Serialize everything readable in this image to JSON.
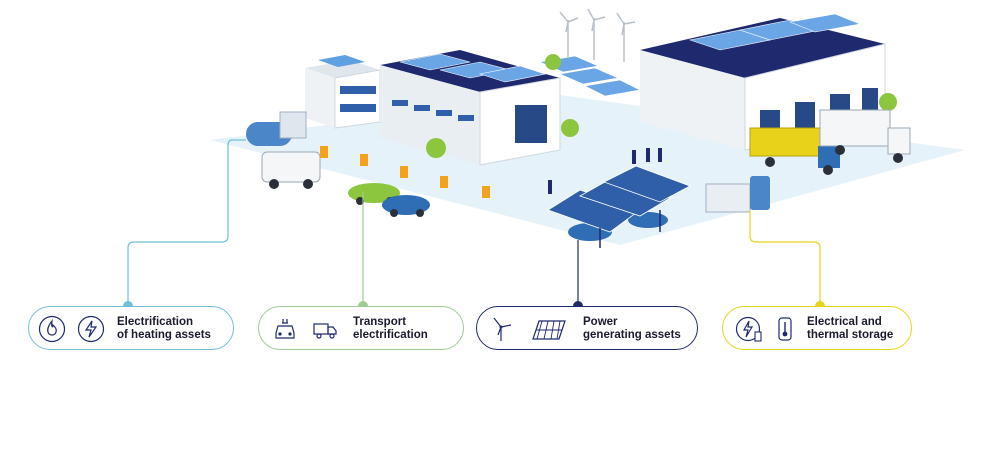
{
  "categories": [
    {
      "id": "heating",
      "label": "Electrification\nof heating assets",
      "color": "#6fc0d4",
      "icons": [
        "flame-in-circle-icon",
        "lightning-in-circle-icon"
      ]
    },
    {
      "id": "transport",
      "label": "Transport\nelectrification",
      "color": "#9fcc94",
      "icons": [
        "electric-car-icon",
        "electric-truck-icon"
      ]
    },
    {
      "id": "power",
      "label": "Power\ngenerating assets",
      "color": "#1f2a6e",
      "icons": [
        "wind-turbine-icon",
        "solar-panel-icon"
      ]
    },
    {
      "id": "storage",
      "label": "Electrical and\nthermal storage",
      "color": "#e6d41a",
      "icons": [
        "battery-lightning-icon",
        "thermometer-icon"
      ]
    }
  ]
}
